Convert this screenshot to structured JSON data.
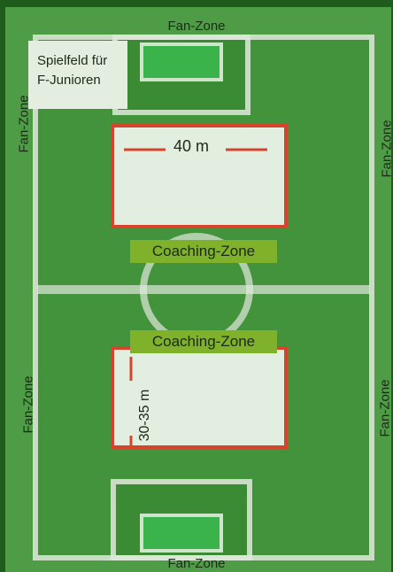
{
  "title_box": {
    "line1": "Spielfeld für",
    "line2": "F-Junioren"
  },
  "fan_zone": {
    "top": "Fan-Zone",
    "bottom": "Fan-Zone",
    "left_top": "Fan-Zone",
    "left_bottom": "Fan-Zone",
    "right_top": "Fan-Zone",
    "right_bottom": "Fan-Zone"
  },
  "coaching_zone": {
    "top": "Coaching-Zone",
    "bottom": "Coaching-Zone"
  },
  "dimensions": {
    "width": "40 m",
    "length": "30-35 m"
  },
  "colors": {
    "grass_dark": "#1f5c1c",
    "pitch_green": "#4c9a45",
    "inner_green": "#3f8a39",
    "chalk": "#e8f2e4",
    "field_fill": "#e2efe0",
    "red_line": "#d6452b",
    "coaching_label": "#7fb12a"
  }
}
